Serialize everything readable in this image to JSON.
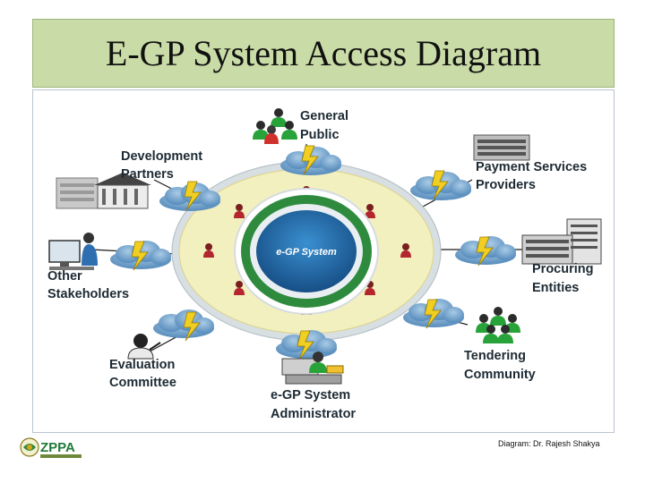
{
  "title": "E-GP System Access Diagram",
  "hub": {
    "label": "e-GP System"
  },
  "stakeholders": {
    "general_public": {
      "line1": "General",
      "line2": "Public"
    },
    "development_partners": {
      "line1": "Development",
      "line2": "Partners"
    },
    "payment_services": {
      "line1": "Payment Services",
      "line2": "Providers"
    },
    "other_stakeholders": {
      "line1": "Other",
      "line2": "Stakeholders"
    },
    "procuring_entities": {
      "line1": "Procuring",
      "line2": "Entities"
    },
    "evaluation_committee": {
      "line1": "Evaluation",
      "line2": "Committee"
    },
    "tendering_community": {
      "line1": "Tendering",
      "line2": "Community"
    },
    "system_administrator": {
      "line1": "e-GP System",
      "line2": "Administrator"
    }
  },
  "logo": {
    "text": "ZPPA"
  },
  "credit": "Diagram: Dr. Rajesh Shakya",
  "colors": {
    "title_bg": "#c9dba6",
    "hub_green": "#2e8b3e",
    "hub_blue": "#1f6aa6",
    "ring_yellow": "#f3f0bf",
    "cloud_blue": "#6da3cf",
    "lightning": "#e8c51a"
  }
}
